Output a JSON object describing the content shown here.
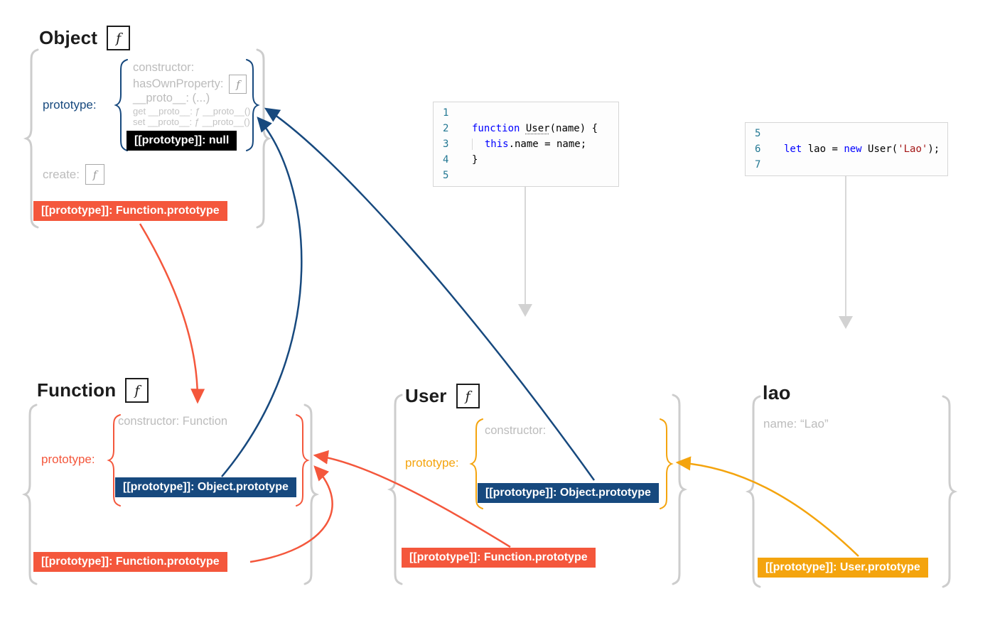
{
  "colors": {
    "navy": "#17497E",
    "salmon": "#F4573C",
    "amber": "#F4A40E",
    "gray_text": "#BCBCBC",
    "brace_gray": "#CDCDCD",
    "code_keyword": "#0000FF",
    "code_string": "#A31515",
    "code_line_number": "#237893"
  },
  "object_section": {
    "title": "Object",
    "fn_symbol": "f",
    "prototype_label": "prototype:",
    "prototype_props": {
      "constructor": "constructor:",
      "has_own_property": "hasOwnProperty:",
      "proto_accessor": "__proto__: (...)",
      "get_proto": "get __proto__: ƒ __proto__()",
      "set_proto": "set __proto__: ƒ __proto__()"
    },
    "null_badge": "[[prototype]]:  null",
    "create_label": "create:",
    "function_proto_badge": "[[prototype]]: Function.prototype"
  },
  "function_section": {
    "title": "Function",
    "fn_symbol": "f",
    "constructor_prop": "constructor: Function",
    "prototype_label": "prototype:",
    "object_proto_badge": "[[prototype]]: Object.prototype",
    "function_proto_badge": "[[prototype]]: Function.prototype"
  },
  "user_section": {
    "title": "User",
    "fn_symbol": "f",
    "constructor_prop": "constructor:",
    "prototype_label": "prototype:",
    "object_proto_badge": "[[prototype]]: Object.prototype",
    "function_proto_badge": "[[prototype]]: Function.prototype"
  },
  "lao_section": {
    "title": "lao",
    "name_prop": "name: “Lao”",
    "user_proto_badge": "[[prototype]]: User.prototype"
  },
  "code_block_1": {
    "lines": [
      {
        "n": "1",
        "segs": []
      },
      {
        "n": "2",
        "segs": [
          {
            "t": "function",
            "c": "kw"
          },
          {
            "t": " "
          },
          {
            "t": "User",
            "c": "und"
          },
          {
            "t": "(name) {"
          }
        ]
      },
      {
        "n": "3",
        "segs": [
          {
            "t": "",
            "c": "guide"
          },
          {
            "t": "  "
          },
          {
            "t": "this",
            "c": "kw"
          },
          {
            "t": ".name = name;"
          }
        ]
      },
      {
        "n": "4",
        "segs": [
          {
            "t": "}"
          }
        ]
      },
      {
        "n": "5",
        "segs": []
      }
    ]
  },
  "code_block_2": {
    "lines": [
      {
        "n": "5",
        "segs": []
      },
      {
        "n": "6",
        "segs": [
          {
            "t": "let",
            "c": "kw"
          },
          {
            "t": " lao = "
          },
          {
            "t": "new",
            "c": "kw"
          },
          {
            "t": " User("
          },
          {
            "t": "'Lao'",
            "c": "str"
          },
          {
            "t": ");"
          }
        ]
      },
      {
        "n": "7",
        "segs": []
      }
    ]
  }
}
